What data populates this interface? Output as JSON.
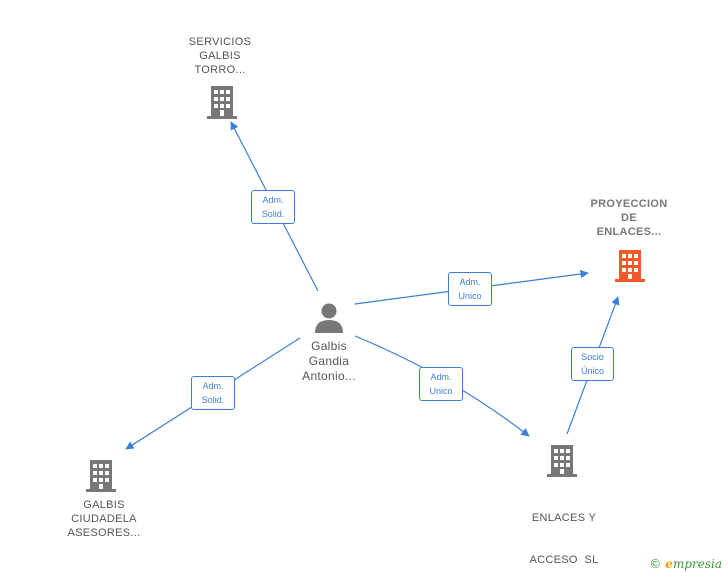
{
  "nodes": {
    "servicios": {
      "lines": [
        "SERVICIOS",
        "GALBIS",
        "TORRO..."
      ]
    },
    "proyeccion": {
      "lines": [
        "PROYECCION",
        "DE",
        "ENLACES..."
      ]
    },
    "person": {
      "lines": [
        "Galbis",
        "Gandia",
        "Antonio..."
      ]
    },
    "ciudadela": {
      "lines": [
        "GALBIS",
        "CIUDADELA",
        "ASESORES..."
      ]
    },
    "enlaces": {
      "lines": [
        "ENLACES Y",
        "ACCESO  SL"
      ]
    }
  },
  "edges": {
    "to_servicios": {
      "lines": [
        "Adm.",
        "Solid."
      ]
    },
    "to_proyeccion": {
      "lines": [
        "Adm.",
        "Unico"
      ]
    },
    "to_ciudadela": {
      "lines": [
        "Adm.",
        "Solid."
      ]
    },
    "to_enlaces": {
      "lines": [
        "Adm.",
        "Unico"
      ]
    },
    "enlaces_to_proyeccion": {
      "lines": [
        "Socio",
        "Único"
      ]
    }
  },
  "colors": {
    "edge": "#3d7fd6",
    "building": "#777777",
    "building_highlight": "#f05a28",
    "person": "#777777"
  },
  "footer": {
    "copyright": "©",
    "brand_initial": "e",
    "brand_rest": "mpresia"
  }
}
